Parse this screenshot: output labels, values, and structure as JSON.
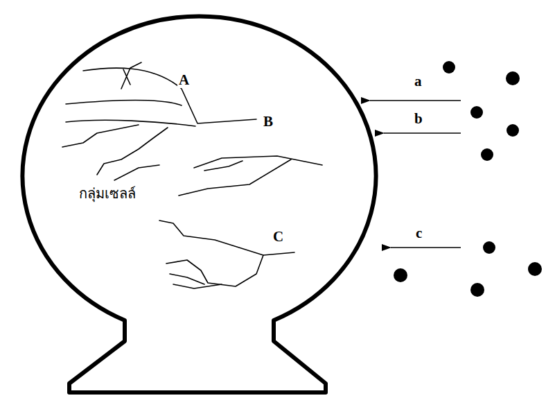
{
  "diagram": {
    "labels": [
      "A",
      "B",
      "C",
      "กลุ่มเซลล์",
      "a",
      "b",
      "c"
    ]
  }
}
